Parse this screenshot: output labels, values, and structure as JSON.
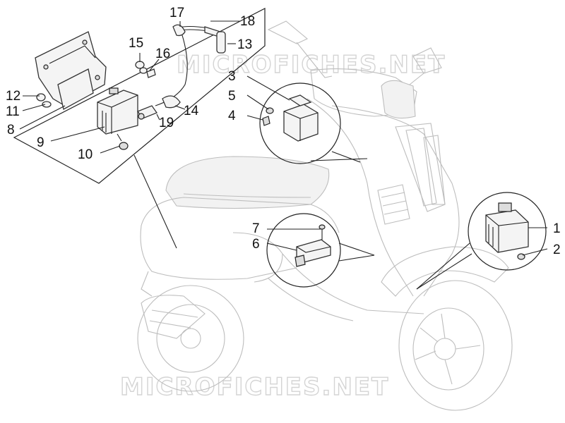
{
  "watermark": "MICROFICHES.NET",
  "callouts": [
    {
      "id": "c1",
      "label": "1"
    },
    {
      "id": "c2",
      "label": "2"
    },
    {
      "id": "c3",
      "label": "3"
    },
    {
      "id": "c4",
      "label": "4"
    },
    {
      "id": "c5",
      "label": "5"
    },
    {
      "id": "c6",
      "label": "6"
    },
    {
      "id": "c7",
      "label": "7"
    },
    {
      "id": "c8",
      "label": "8"
    },
    {
      "id": "c9",
      "label": "9"
    },
    {
      "id": "c10",
      "label": "10"
    },
    {
      "id": "c11",
      "label": "11"
    },
    {
      "id": "c12",
      "label": "12"
    },
    {
      "id": "c13",
      "label": "13"
    },
    {
      "id": "c14",
      "label": "14"
    },
    {
      "id": "c15",
      "label": "15"
    },
    {
      "id": "c16",
      "label": "16"
    },
    {
      "id": "c17",
      "label": "17"
    },
    {
      "id": "c18",
      "label": "18"
    },
    {
      "id": "c19",
      "label": "19"
    }
  ]
}
